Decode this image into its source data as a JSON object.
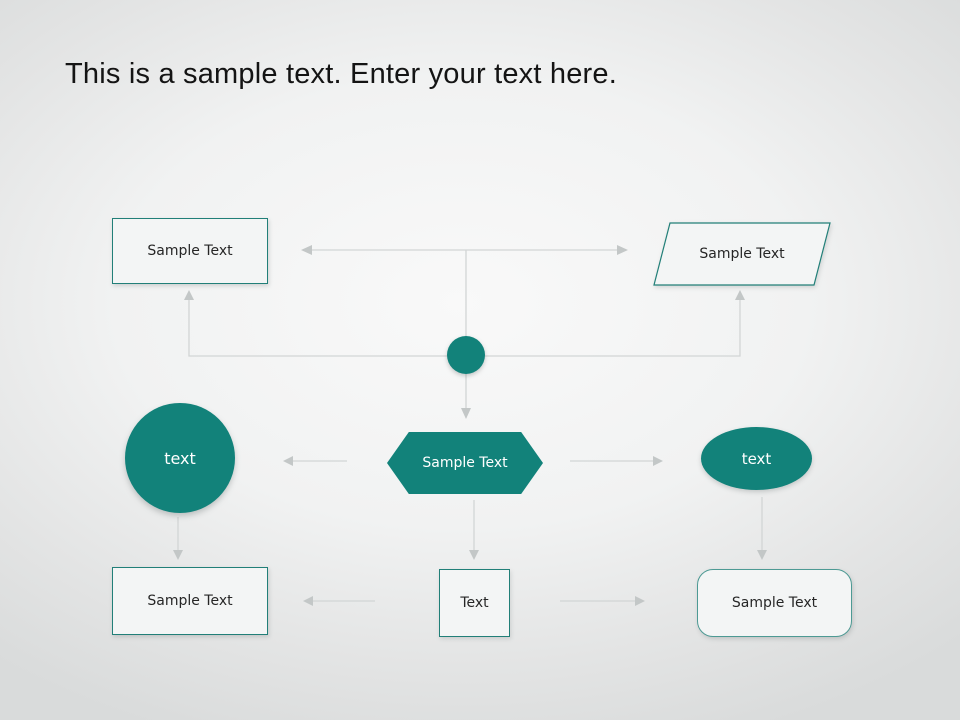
{
  "slide": {
    "title": "This is a sample text. Enter your text here."
  },
  "colors": {
    "accent_teal": "#12827A",
    "shape_border_teal": "#217F78",
    "rounded_rect_border": "#4D9A94",
    "shape_fill_light": "#F3F5F5",
    "connector_line": "#D2D5D5",
    "connector_arrowhead": "#C3C7C7",
    "title_text": "#141414",
    "shape_text_dark": "#262626",
    "shape_text_light": "#FFFFFF",
    "background_center": "#F9F9F9",
    "background_edge": "#D9DBDB"
  },
  "shapes": {
    "top_left_rect": {
      "type": "rectangle",
      "label": "Sample Text"
    },
    "top_right_parallelogram": {
      "type": "parallelogram",
      "label": "Sample Text"
    },
    "hub_circle": {
      "type": "small-filled-circle",
      "label": ""
    },
    "left_circle": {
      "type": "filled-circle",
      "label": "text"
    },
    "center_hexagon": {
      "type": "filled-hexagon",
      "label": "Sample Text"
    },
    "right_ellipse": {
      "type": "filled-ellipse",
      "label": "text"
    },
    "bottom_left_rect": {
      "type": "rectangle",
      "label": "Sample Text"
    },
    "bottom_center_square": {
      "type": "square",
      "label": "Text"
    },
    "bottom_right_rounded_rect": {
      "type": "rounded-rectangle",
      "label": "Sample Text"
    }
  }
}
